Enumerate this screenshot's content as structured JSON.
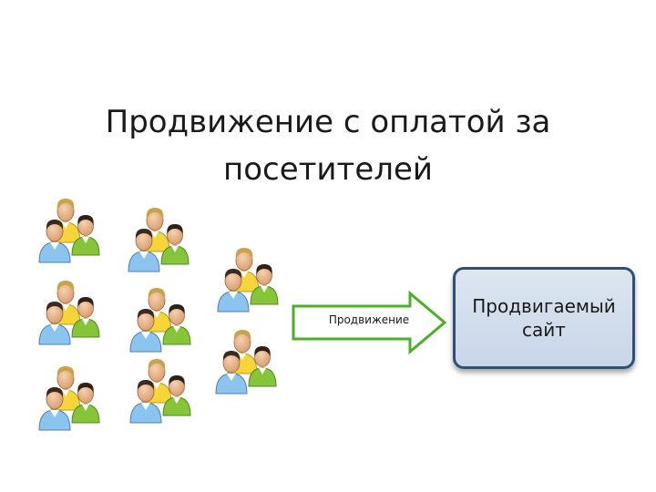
{
  "slide": {
    "title_line1": "Продвижение с оплатой за",
    "title_line2": "посетителей"
  },
  "arrow": {
    "label": "Продвижение"
  },
  "target": {
    "line1": "Продвигаемый",
    "line2": "сайт"
  },
  "people_icon": "user-group-icon",
  "colors": {
    "person_blue": "#8cc4f0",
    "person_yellow": "#f5d53a",
    "person_green": "#86c53a",
    "arrow_fill": "#ffffff",
    "arrow_stroke": "#4caf2a",
    "box_border": "#2f4f78",
    "box_fill": "#d3dfee"
  }
}
